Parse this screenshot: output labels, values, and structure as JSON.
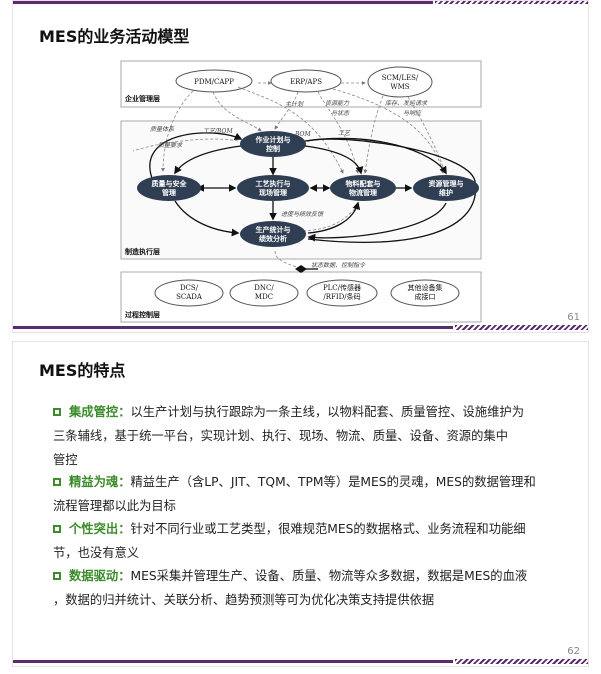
{
  "slide1": {
    "title": "MES的业务活动模型",
    "page_number": "61",
    "diagram": {
      "layers": {
        "enterprise": "企业管理层",
        "execution": "制造执行层",
        "process": "过程控制层"
      },
      "top_systems": [
        "PDM/CAPP",
        "ERP/APS",
        "SCM/LES/",
        "WMS"
      ],
      "nodes": {
        "plan": [
          "作业计划与",
          "控制"
        ],
        "quality": [
          "质量与安全",
          "管理"
        ],
        "process_exec": [
          "工艺执行与",
          "现场管理"
        ],
        "material": [
          "物料配套与",
          "物流管理"
        ],
        "resource": [
          "资源管理与",
          "维护"
        ],
        "stats": [
          "生产统计与",
          "绩效分析"
        ]
      },
      "bottom_systems": {
        "dcs": [
          "DCS/",
          "SCADA"
        ],
        "dnc": [
          "DNC/",
          "MDC"
        ],
        "plc": [
          "PLC/传感器",
          "/RFID/条码"
        ],
        "other": [
          "其他设备集",
          "成接口"
        ]
      },
      "flow_labels": {
        "quality_system": "质量体系",
        "quality_req": "质量要求",
        "tech_bom": "工艺/BOM",
        "master_plan": "主计划",
        "resource_cap1": "资源能力",
        "resource_cap2": "与状态",
        "inventory1": "库存、发运请求",
        "inventory2": "与响应",
        "bom": "BOM",
        "tech": "工艺",
        "progress": "进度与绩效反馈",
        "status_cmd": "状态数据、控制指令"
      }
    }
  },
  "slide2": {
    "title": "MES的特点",
    "page_number": "62",
    "bullets": [
      {
        "key": "集成管控：",
        "lines": [
          "以生产计划与执行跟踪为一条主线，以物料配套、质量管控、设施维护为",
          "三条辅线，基于统一平台，实现计划、执行、现场、物流、质量、设备、资源的集中",
          "管控"
        ]
      },
      {
        "key": "精益为魂：",
        "lines": [
          "精益生产（含LP、JIT、TQM、TPM等）是MES的灵魂，MES的数据管理和",
          "流程管理都以此为目标"
        ]
      },
      {
        "key": "个性突出：",
        "lines": [
          "针对不同行业或工艺类型，很难规范MES的数据格式、业务流程和功能细",
          "节，也没有意义"
        ]
      },
      {
        "key": "数据驱动：",
        "lines": [
          "MES采集并管理生产、设备、质量、物流等众多数据，数据是MES的血液",
          "，数据的归并统计、关联分析、趋势预测等可为优化决策支持提供依据"
        ]
      }
    ]
  },
  "colors": {
    "accent": "#5b2a6e",
    "bullet_green": "#3c8c2c",
    "node_fill": "#2f3e52"
  }
}
